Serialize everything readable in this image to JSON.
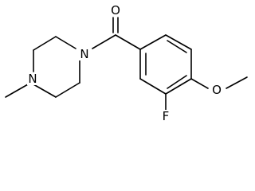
{
  "molecule": {
    "atom_labels": {
      "carbonyl_oxygen": "O",
      "piperazine_n1": "N",
      "piperazine_n4": "N",
      "fluorine": "F",
      "methoxy_oxygen": "O"
    }
  },
  "colors": {
    "bond": "#000000",
    "label": "#000000",
    "background": "#ffffff"
  }
}
